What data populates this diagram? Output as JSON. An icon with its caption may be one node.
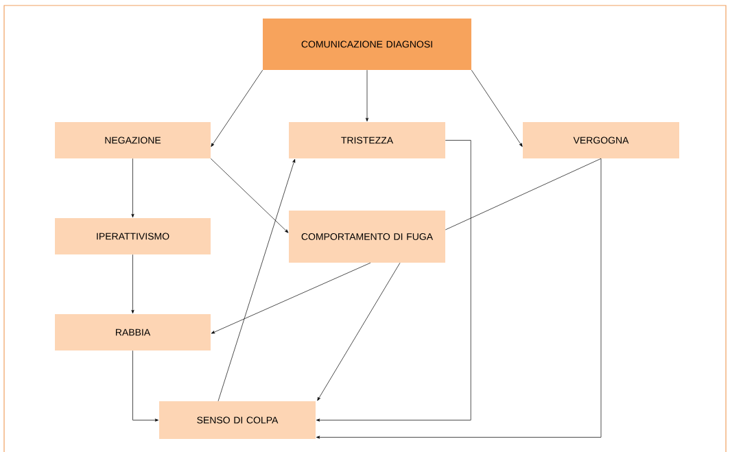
{
  "diagram": {
    "nodes": [
      {
        "text": [
          "COMUNICAZIONE DIAGNOSI"
        ]
      },
      {
        "text": [
          "NEGAZIONE"
        ]
      },
      {
        "text": [
          "TRISTEZZA"
        ]
      },
      {
        "text": [
          "VERGOGNA"
        ]
      },
      {
        "text": [
          "IPERATTIVISMO"
        ]
      },
      {
        "text": [
          "COMPORTAMENTO DI FUGA"
        ]
      },
      {
        "text": [
          "RABBIA"
        ]
      },
      {
        "text": [
          "SENSO DI COLPA"
        ]
      }
    ],
    "edges": [
      {
        "from": 0,
        "to": 1,
        "arrow": "to"
      },
      {
        "from": 0,
        "to": 2,
        "arrow": "to"
      },
      {
        "from": 0,
        "to": 3,
        "arrow": "to"
      },
      {
        "from": 1,
        "to": 4,
        "arrow": "to"
      },
      {
        "from": 1,
        "to": 5,
        "arrow": "to"
      },
      {
        "from": 3,
        "to": 5,
        "arrow": "none"
      },
      {
        "from": 4,
        "to": 6,
        "arrow": "to"
      },
      {
        "from": 5,
        "to": 6,
        "arrow": "to"
      },
      {
        "from": 5,
        "to": 7,
        "arrow": "to"
      },
      {
        "from": 6,
        "to": 7,
        "arrow": "to"
      },
      {
        "from": 7,
        "to": 2,
        "arrow": "to"
      },
      {
        "from": 2,
        "to": 7,
        "arrow": "to"
      },
      {
        "from": 3,
        "to": 7,
        "arrow": "to"
      }
    ]
  }
}
